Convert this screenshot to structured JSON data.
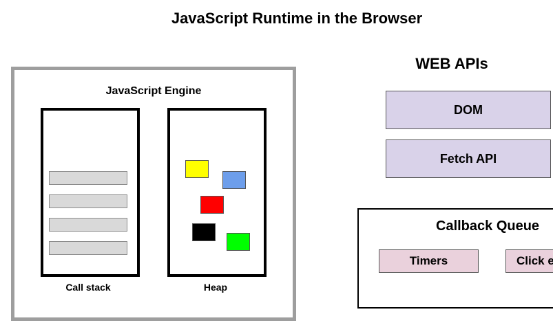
{
  "title": "JavaScript Runtime in the Browser",
  "engine": {
    "label": "JavaScript Engine",
    "call_stack_label": "Call stack",
    "heap_label": "Heap",
    "heap_object_colors": [
      "#ffff00",
      "#6d9eeb",
      "#ff0000",
      "#000000",
      "#00ff00"
    ]
  },
  "web_apis": {
    "title": "WEB APIs",
    "items": [
      "DOM",
      "Fetch API"
    ],
    "color": "#d9d2e9"
  },
  "callback_queue": {
    "title": "Callback Queue",
    "items": [
      "Timers",
      "Click e"
    ],
    "color": "#ead1dc"
  }
}
